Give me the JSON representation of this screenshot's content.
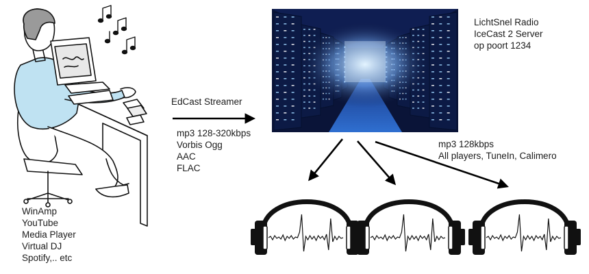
{
  "server": {
    "info": [
      "LichtSnel Radio",
      "IceCast 2 Server",
      "op poort 1234"
    ]
  },
  "streamer": {
    "label": "EdCast Streamer",
    "formats": [
      "mp3 128-320kbps",
      "Vorbis Ogg",
      "AAC",
      "FLAC"
    ]
  },
  "players": {
    "title": "mp3 128kbps",
    "subtitle": "All players, TuneIn, Calimero"
  },
  "sources": [
    "WinAmp",
    "YouTube",
    "Media Player",
    "Virtual DJ",
    "Spotify,.. etc"
  ],
  "colors": {
    "server_dark": "#0a1438",
    "server_glow": "#9fd6ff",
    "shirt": "#bfe2f2",
    "hair": "#9a9a9a",
    "ink": "#111111"
  }
}
